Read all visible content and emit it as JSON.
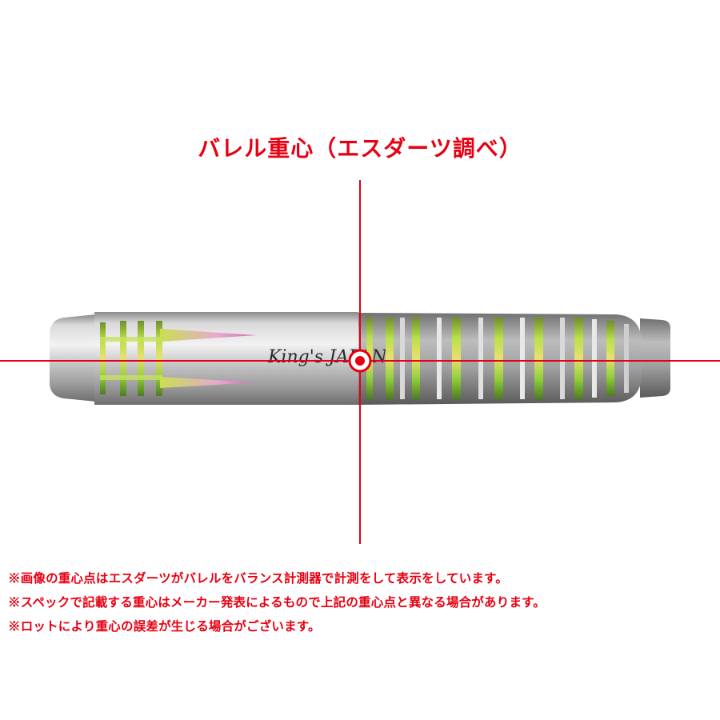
{
  "title": "バレル重心（エスダーツ調べ）",
  "logo_text": "King's JAPAN",
  "notes": [
    "※画像の重心点はエスダーツがバレルをバランス計測器で計測をして表示をしています。",
    "※スペックで記載する重心はメーカー発表によるもので上記の重心点と異なる場合があります。",
    "※ロットにより重心の誤差が生じる場合がございます。"
  ],
  "colors": {
    "accent_red": "#e60012",
    "text_red": "#e60012",
    "barrel_steel": "#b8b8b8",
    "ring_green": "#9fd23a",
    "ring_yellow": "#e6d94a",
    "ring_magenta": "#d97ab8"
  },
  "icons": {
    "center_of_gravity_marker": "crosshair-target-icon"
  }
}
